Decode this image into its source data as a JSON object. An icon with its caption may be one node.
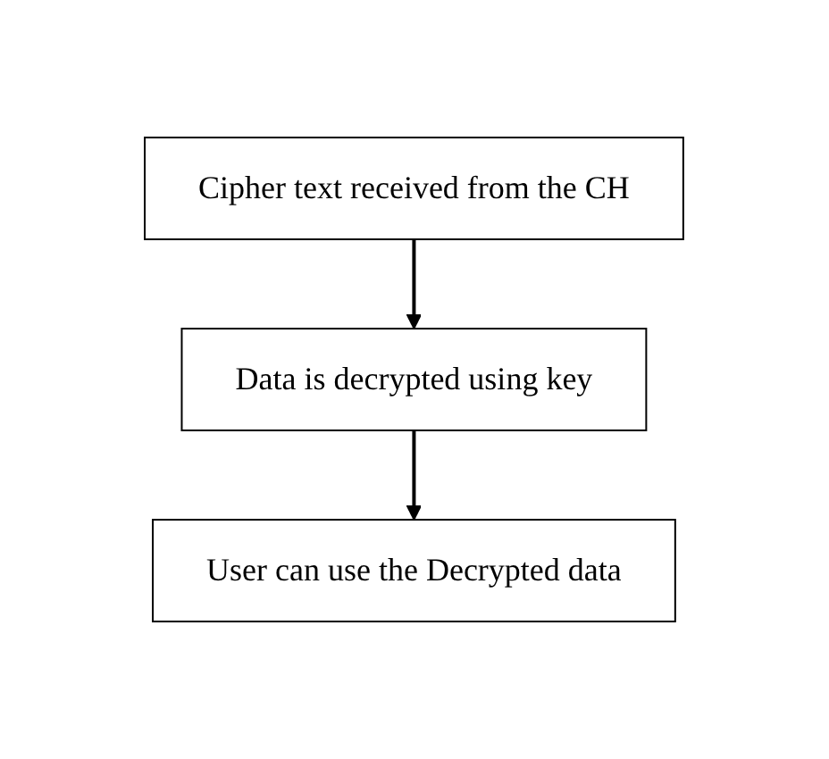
{
  "diagram": {
    "nodes": [
      {
        "text": [
          "Cipher text received from the CH"
        ]
      },
      {
        "text": [
          "Data is decrypted using key"
        ]
      },
      {
        "text": [
          "User can use the Decrypted data"
        ]
      }
    ],
    "edges": [
      {
        "from": 0,
        "to": 1,
        "arrow": "to"
      },
      {
        "from": 1,
        "to": 2,
        "arrow": "to"
      }
    ]
  }
}
